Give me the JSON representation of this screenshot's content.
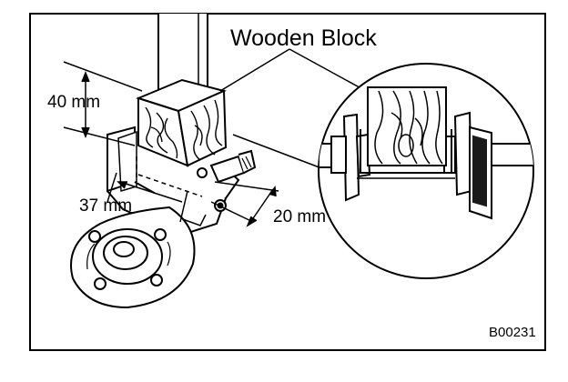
{
  "labels": {
    "title": "Wooden Block",
    "dim_height": "40 mm",
    "dim_width": "37 mm",
    "dim_depth": "20 mm",
    "figure_code": "B00231"
  },
  "colors": {
    "ink": "#000000",
    "paper": "#ffffff"
  }
}
